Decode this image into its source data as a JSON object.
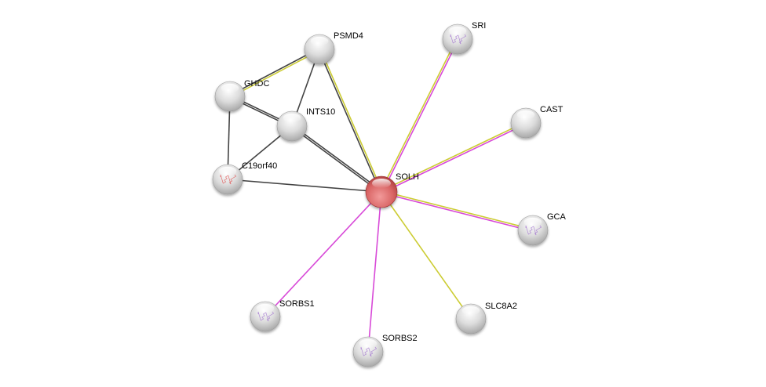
{
  "network": {
    "query_node": "SOLH",
    "edge_colors": {
      "coexpression": "#c8dc3c",
      "textmining": "#cccc33",
      "experiments": "#d84ad8",
      "other": "#444444"
    },
    "query_color": "#d56060",
    "nodes": [
      {
        "id": "SOLH",
        "label": "SOLH",
        "query": true,
        "structure": false
      },
      {
        "id": "PSMD4",
        "label": "PSMD4",
        "structure": false
      },
      {
        "id": "SRI",
        "label": "SRI",
        "structure": true
      },
      {
        "id": "GHDC",
        "label": "GHDC",
        "structure": false
      },
      {
        "id": "INTS10",
        "label": "INTS10",
        "structure": false
      },
      {
        "id": "CAST",
        "label": "CAST",
        "structure": false
      },
      {
        "id": "C19orf40",
        "label": "C19orf40",
        "structure": true,
        "structure_color": "#e05050"
      },
      {
        "id": "GCA",
        "label": "GCA",
        "structure": true
      },
      {
        "id": "SORBS1",
        "label": "SORBS1",
        "structure": true
      },
      {
        "id": "SLC8A2",
        "label": "SLC8A2",
        "structure": false
      },
      {
        "id": "SORBS2",
        "label": "SORBS2",
        "structure": true
      }
    ],
    "edges": [
      {
        "source": "PSMD4",
        "target": "GHDC",
        "types": [
          "textmining",
          "other"
        ]
      },
      {
        "source": "PSMD4",
        "target": "INTS10",
        "types": [
          "other"
        ]
      },
      {
        "source": "PSMD4",
        "target": "SOLH",
        "types": [
          "textmining",
          "other"
        ]
      },
      {
        "source": "GHDC",
        "target": "INTS10",
        "types": [
          "other",
          "other"
        ]
      },
      {
        "source": "GHDC",
        "target": "C19orf40",
        "types": [
          "other"
        ]
      },
      {
        "source": "INTS10",
        "target": "C19orf40",
        "types": [
          "other"
        ]
      },
      {
        "source": "INTS10",
        "target": "SOLH",
        "types": [
          "other",
          "other"
        ]
      },
      {
        "source": "C19orf40",
        "target": "SOLH",
        "types": [
          "other"
        ]
      },
      {
        "source": "SRI",
        "target": "SOLH",
        "types": [
          "experiments",
          "textmining"
        ]
      },
      {
        "source": "CAST",
        "target": "SOLH",
        "types": [
          "experiments",
          "textmining"
        ]
      },
      {
        "source": "GCA",
        "target": "SOLH",
        "types": [
          "experiments",
          "textmining"
        ]
      },
      {
        "source": "SORBS1",
        "target": "SOLH",
        "types": [
          "experiments"
        ]
      },
      {
        "source": "SORBS2",
        "target": "SOLH",
        "types": [
          "experiments"
        ]
      },
      {
        "source": "SLC8A2",
        "target": "SOLH",
        "types": [
          "textmining"
        ]
      }
    ]
  }
}
